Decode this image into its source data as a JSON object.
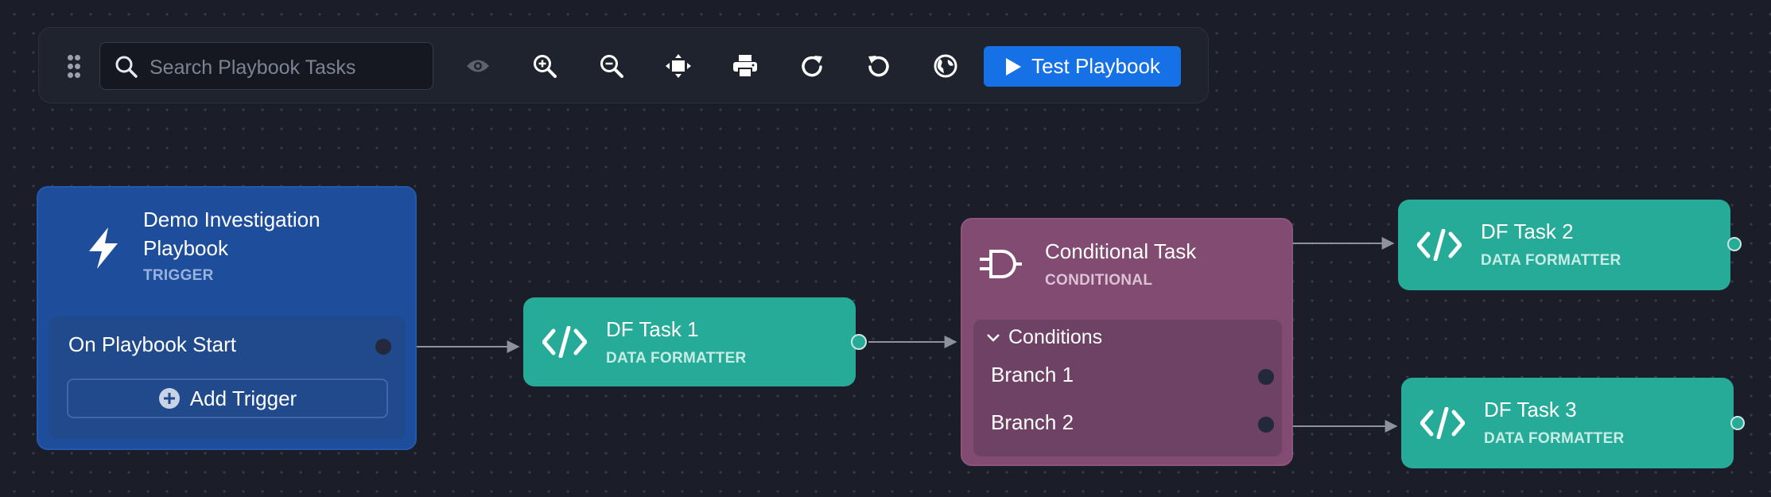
{
  "toolbar": {
    "search_placeholder": "Search Playbook Tasks",
    "search_value": "",
    "icons": [
      "drag-handle-icon",
      "search-icon",
      "eye-icon",
      "zoom-in-icon",
      "zoom-out-icon",
      "fit-view-icon",
      "print-icon",
      "redo-icon",
      "undo-icon",
      "globe-icon",
      "play-icon",
      "plus-circle-icon",
      "chevron-down-icon"
    ],
    "test_button_label": "Test Playbook"
  },
  "trigger_node": {
    "title_line1": "Demo Investigation",
    "title_line2": "Playbook",
    "type_label": "TRIGGER",
    "icon": "lightning-bolt-icon",
    "trigger_item": "On Playbook Start",
    "add_trigger_label": "Add Trigger"
  },
  "df_task_1": {
    "title": "DF Task 1",
    "type_label": "DATA FORMATTER",
    "icon": "code-icon"
  },
  "conditional_node": {
    "title": "Conditional Task",
    "type_label": "CONDITIONAL",
    "icon": "logic-gate-icon",
    "conditions_label": "Conditions",
    "branches": [
      "Branch 1",
      "Branch 2"
    ]
  },
  "df_task_2": {
    "title": "DF Task 2",
    "type_label": "DATA FORMATTER",
    "icon": "code-icon"
  },
  "df_task_3": {
    "title": "DF Task 3",
    "type_label": "DATA FORMATTER",
    "icon": "code-icon"
  },
  "colors": {
    "canvas_bg": "#1b1e28",
    "trigger_node": "#1e4e9b",
    "data_formatter_node": "#26ab99",
    "conditional_node": "#824b72",
    "primary_button": "#1670e6",
    "edge": "#8d929d"
  }
}
